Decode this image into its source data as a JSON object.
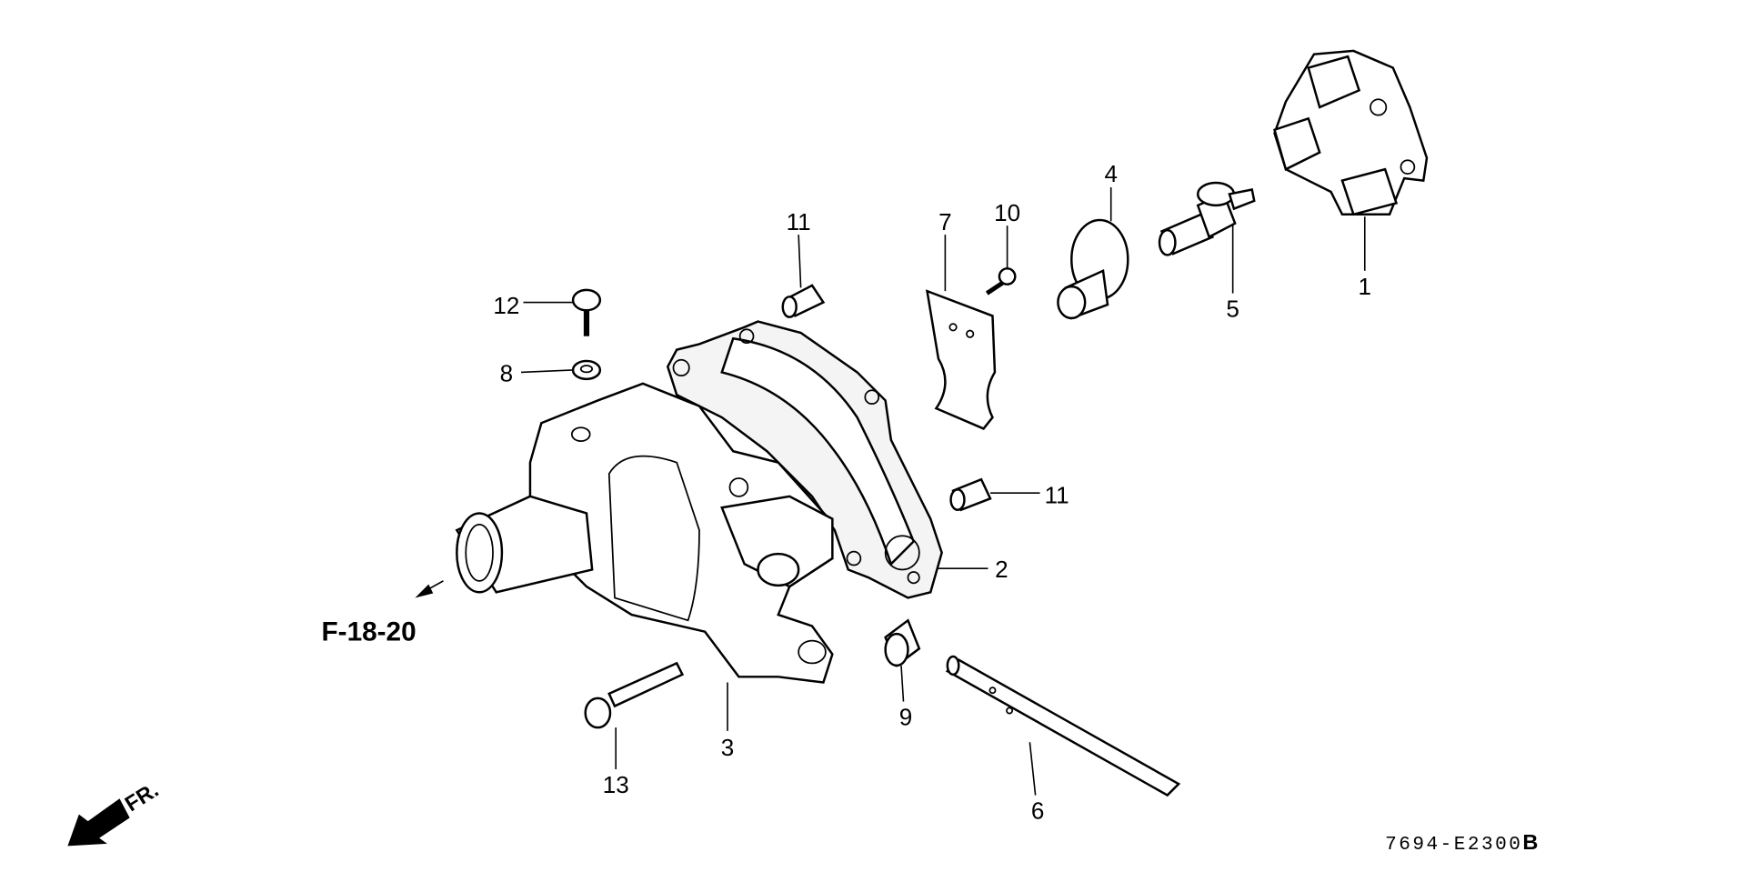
{
  "diagram": {
    "callouts": [
      {
        "id": "1",
        "label": "1"
      },
      {
        "id": "2",
        "label": "2"
      },
      {
        "id": "3",
        "label": "3"
      },
      {
        "id": "4",
        "label": "4"
      },
      {
        "id": "5",
        "label": "5"
      },
      {
        "id": "6",
        "label": "6"
      },
      {
        "id": "7",
        "label": "7"
      },
      {
        "id": "8",
        "label": "8"
      },
      {
        "id": "9",
        "label": "9"
      },
      {
        "id": "10",
        "label": "10"
      },
      {
        "id": "11a",
        "label": "11"
      },
      {
        "id": "11b",
        "label": "11"
      },
      {
        "id": "12",
        "label": "12"
      },
      {
        "id": "13",
        "label": "13"
      }
    ],
    "reference": "F-18-20",
    "front_indicator": "FR.",
    "diagram_code": "7694-E2300",
    "diagram_code_suffix": "B"
  }
}
